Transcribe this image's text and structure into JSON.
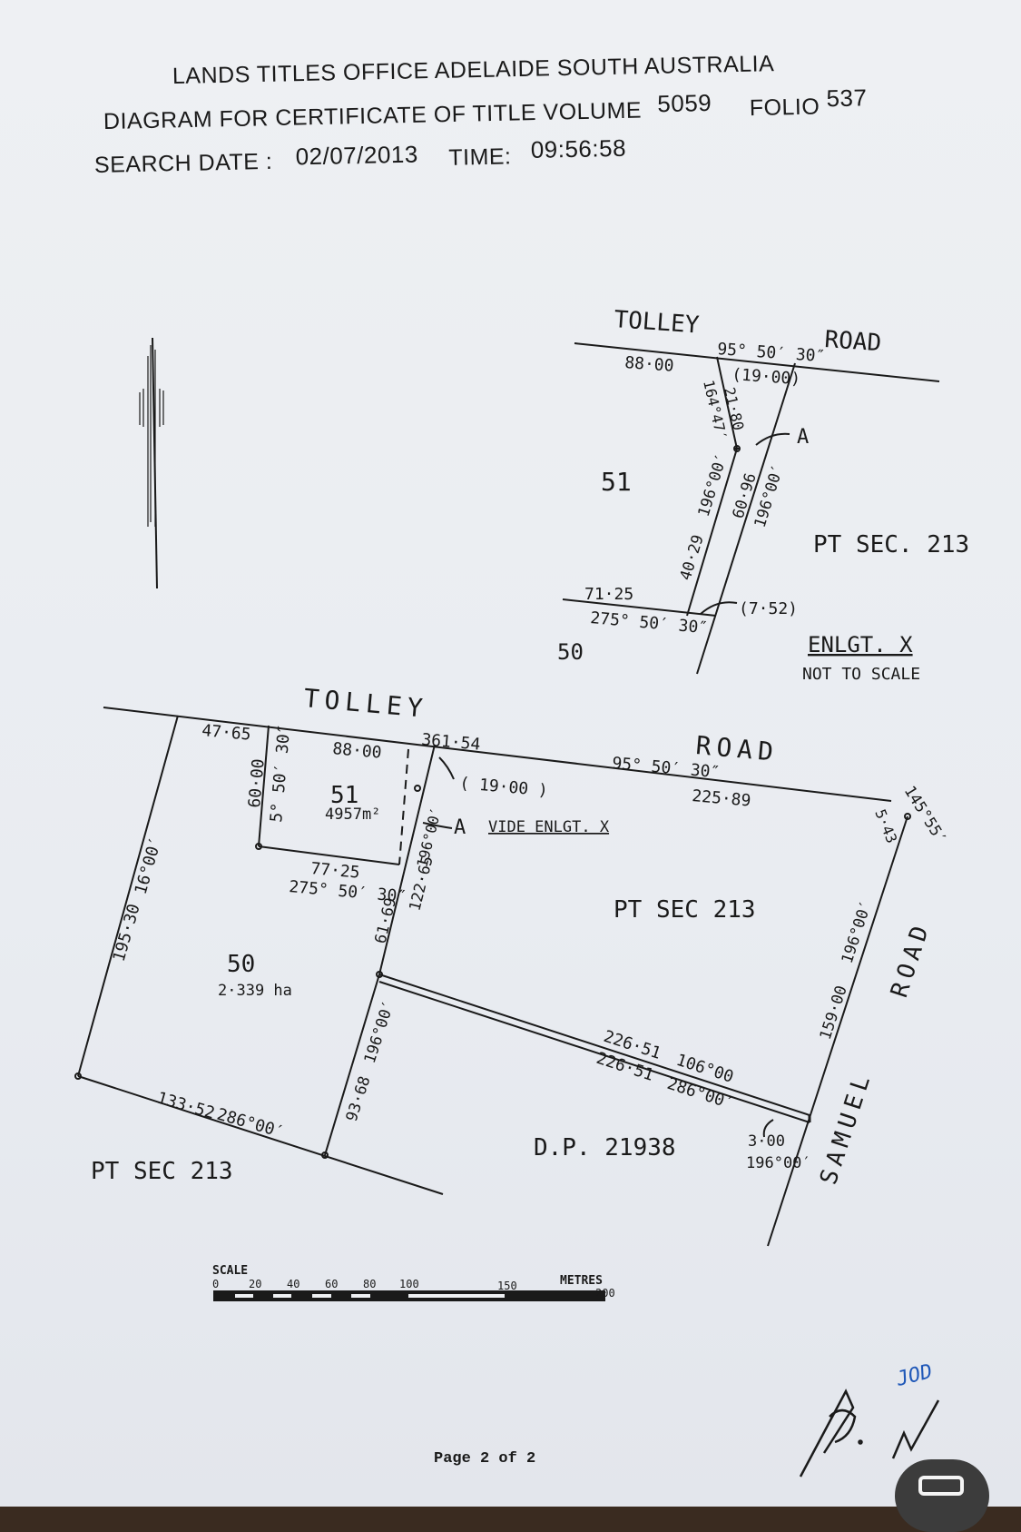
{
  "header": {
    "office": "LANDS TITLES OFFICE  ADELAIDE  SOUTH AUSTRALIA",
    "diagram_prefix": "DIAGRAM FOR CERTIFICATE OF TITLE VOLUME",
    "volume": "5059",
    "folio_label": "FOLIO",
    "folio": "537",
    "search_date_label": "SEARCH DATE :",
    "search_date": "02/07/2013",
    "time_label": "TIME:",
    "time": "09:56:58"
  },
  "enlargement": {
    "road_left": "TOLLEY",
    "road_right": "ROAD",
    "dim_88": "88·00",
    "bearing_top": "95° 50′ 30″",
    "dim_1900": "(19·00)",
    "bearing_164": "164°47′",
    "dim_2180": "21·80",
    "marker_a": "A",
    "lot_51": "51",
    "bearing_196a": "196°00′",
    "dim_4029": "40·29",
    "dim_6096": "60·96",
    "bearing_196b": "196°00′",
    "sec_label": "PT SEC. 213",
    "dim_7125": "71·25",
    "bearing_bottom": "275° 50′ 30″",
    "dim_752": "(7·52)",
    "lot_50": "50",
    "title": "ENLGT. X",
    "note": "NOT TO SCALE"
  },
  "main": {
    "road_tolley": "TOLLEY",
    "road_road": "ROAD",
    "dim_4765": "47·65",
    "dim_8800": "88·00",
    "dim_36154": "361·54",
    "dim_1900": "( 19·00 )",
    "bearing_9550": "95° 50′ 30″",
    "dim_22589": "225·89",
    "bearing_14555": "145°55′",
    "dim_543": "5·43",
    "dim_6000": "60·00",
    "bearing_550": "5° 50′ 30″",
    "lot_51": "51",
    "area_51": "4957m²",
    "marker_a": "A",
    "vide": "VIDE ENLGT. X",
    "bearing_196top": "196°00′",
    "dim_7725": "77·25",
    "bearing_275": "275° 50′ 30″",
    "dim_12265": "122·65",
    "dim_6169": "61·69",
    "pt_sec_center": "PT SEC    213",
    "bearing_196right": "196°00′",
    "road_vertical": "ROAD",
    "dim_19530": "195·30",
    "bearing_1600": "16°00′",
    "lot_50": "50",
    "area_50": "2·339 ha",
    "bearing_196mid": "196°00′",
    "dim_9368": "93·68",
    "dim_22651a": "226·51",
    "bearing_106": "106°00",
    "dim_22651b": "226·51",
    "bearing_286b": "286°00′",
    "dim_15900": "159·00",
    "dim_13352": "133·52",
    "bearing_286a": "286°00′",
    "dp": "D.P. 21938",
    "dim_300": "3·00",
    "bearing_196bot": "196°00′",
    "road_samuel": "SAMUEL",
    "pt_sec_bottom": "PT SEC   213"
  },
  "scale": {
    "label": "SCALE",
    "units": "METRES",
    "ticks": [
      "0",
      "20",
      "40",
      "60",
      "80",
      "100",
      "150",
      "200"
    ]
  },
  "signature_initials": "JOD",
  "footer": "Page 2 of 2"
}
